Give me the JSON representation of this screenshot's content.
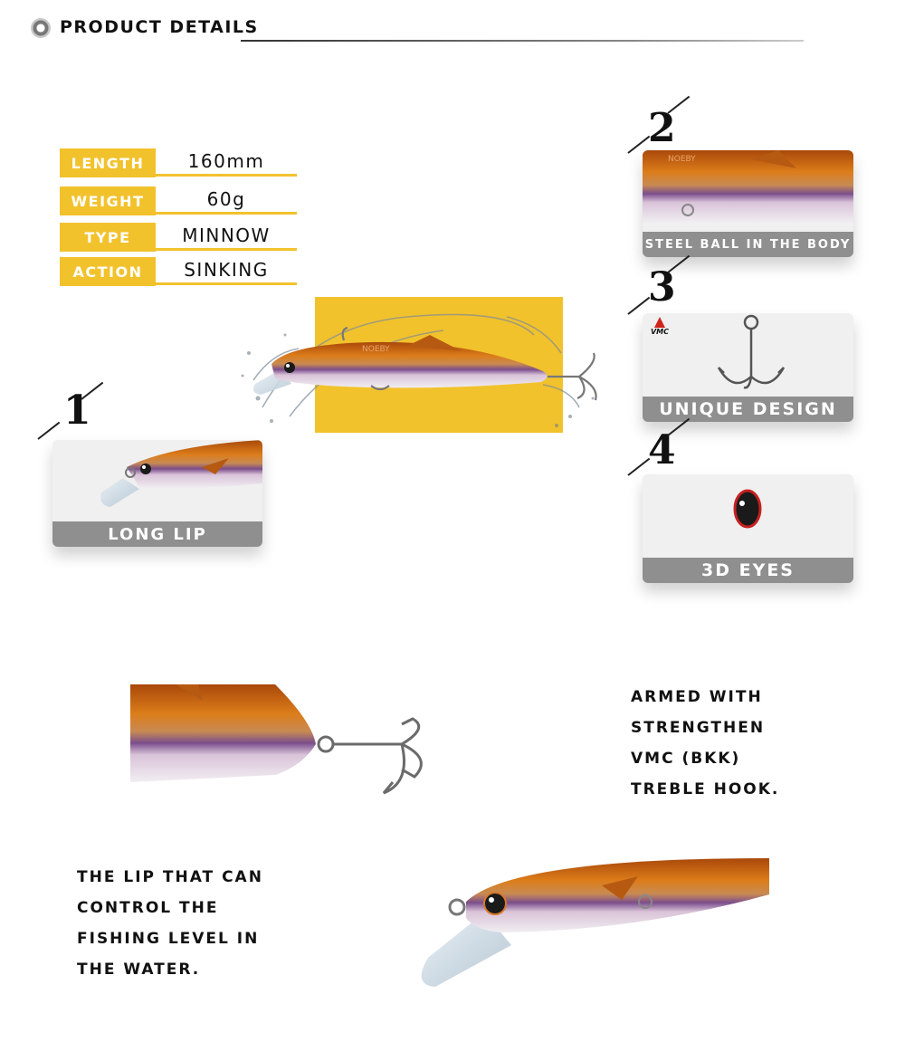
{
  "header": {
    "title": "PRODUCT DETAILS"
  },
  "specs": [
    {
      "label": "LENGTH",
      "value": "160mm"
    },
    {
      "label": "WEIGHT",
      "value": "60g"
    },
    {
      "label": "TYPE",
      "value": "MINNOW"
    },
    {
      "label": "ACTION",
      "value": "SINKING"
    }
  ],
  "lure": {
    "brand": "NOEBY"
  },
  "details": [
    {
      "number": "1",
      "caption": "LONG LIP"
    },
    {
      "number": "2",
      "caption": "STEEL BALL IN THE BODY"
    },
    {
      "number": "3",
      "caption": "UNIQUE DESIGN",
      "logo": "VMC"
    },
    {
      "number": "4",
      "caption": "3D EYES"
    }
  ],
  "features": {
    "hook_lines": [
      "ARMED WITH",
      "STRENGTHEN",
      "VMC (BKK)",
      "TREBLE HOOK."
    ],
    "lip_lines": [
      "THE LIP THAT CAN",
      "CONTROL THE",
      "FISHING LEVEL IN",
      "THE WATER."
    ]
  },
  "colors": {
    "accent": "#f2c22c",
    "band": "#8f8f8f",
    "lure_top": "#c8650f"
  }
}
